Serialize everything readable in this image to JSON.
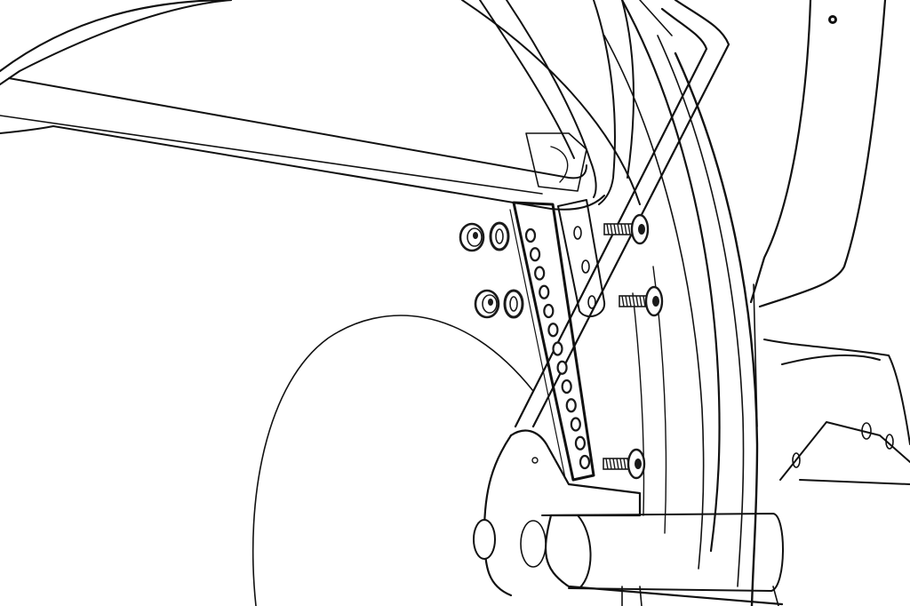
{
  "figure": {
    "style": "black-and-white line-art exploded assembly view",
    "colors": {
      "background": "#ffffff",
      "ink": "#111111",
      "hardware": "#1a1a1a"
    }
  },
  "hardware": {
    "bolts": 3,
    "washers": 2,
    "nuts": 2
  }
}
